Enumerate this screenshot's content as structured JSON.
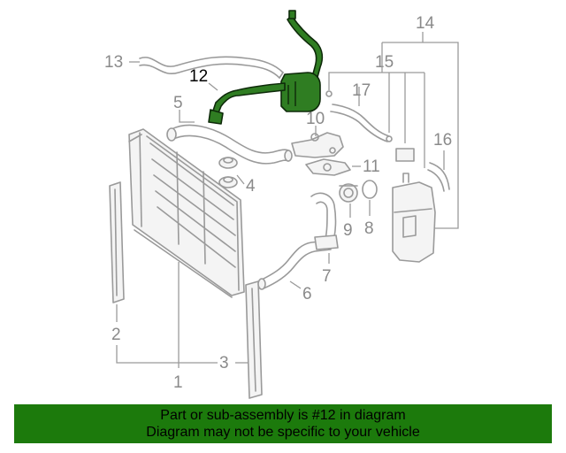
{
  "callouts": [
    {
      "id": "1",
      "label": "1"
    },
    {
      "id": "2",
      "label": "2"
    },
    {
      "id": "3",
      "label": "3"
    },
    {
      "id": "4",
      "label": "4"
    },
    {
      "id": "5",
      "label": "5"
    },
    {
      "id": "6",
      "label": "6"
    },
    {
      "id": "7",
      "label": "7"
    },
    {
      "id": "8",
      "label": "8"
    },
    {
      "id": "9",
      "label": "9"
    },
    {
      "id": "10",
      "label": "10"
    },
    {
      "id": "11",
      "label": "11"
    },
    {
      "id": "12",
      "label": "12"
    },
    {
      "id": "13",
      "label": "13"
    },
    {
      "id": "14",
      "label": "14"
    },
    {
      "id": "15",
      "label": "15"
    },
    {
      "id": "16",
      "label": "16"
    },
    {
      "id": "17",
      "label": "17"
    }
  ],
  "highlight_part": "12",
  "colors": {
    "highlight": "#2f7d22",
    "banner": "#1c7a0c",
    "line": "#9a9a9a"
  },
  "banner": {
    "line1": "Part or sub-assembly is #12 in diagram",
    "line2": "Diagram may not be specific to your vehicle"
  }
}
